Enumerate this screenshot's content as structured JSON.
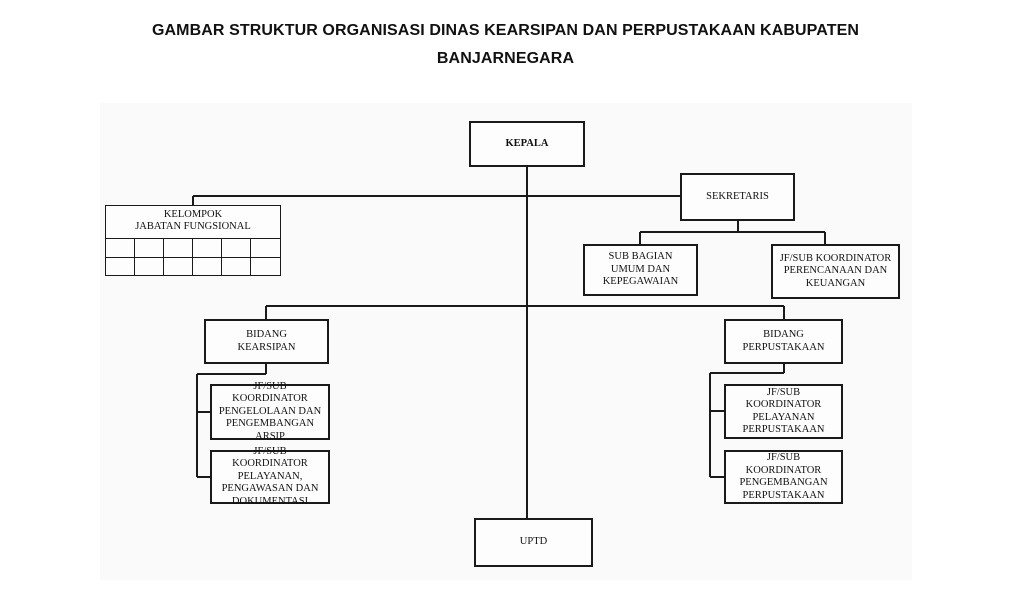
{
  "title": {
    "line1": "GAMBAR STRUKTUR ORGANISASI DINAS KEARSIPAN DAN PERPUSTAKAAN KABUPATEN",
    "line2": "BANJARNEGARA"
  },
  "nodes": {
    "kepala": "KEPALA",
    "sekretaris": "SEKRETARIS",
    "kelompok": "KELOMPOK\nJABATAN FUNGSIONAL",
    "sub_bagian": "SUB BAGIAN\nUMUM DAN\nKEPEGAWAIAN",
    "jf_perencanaan": "JF/SUB KOORDINATOR\nPERENCANAAN DAN\nKEUANGAN",
    "bidang_kearsipan": "BIDANG\nKEARSIPAN",
    "bidang_perpustakaan": "BIDANG\nPERPUSTAKAAN",
    "jf_pengelolaan": "JF/SUB KOORDINATOR\nPENGELOLAAN DAN\nPENGEMBANGAN\nARSIP",
    "jf_pelayanan_arsip": "JF/SUB KOORDINATOR\nPELAYANAN,\nPENGAWASAN DAN\nDOKUMENTASI",
    "jf_pelayanan_perpus": "JF/SUB KOORDINATOR\nPELAYANAN\nPERPUSTAKAAN",
    "jf_pengembangan_perpus": "JF/SUB KOORDINATOR\nPENGEMBANGAN\nPERPUSTAKAAN",
    "uptd": "UPTD"
  }
}
